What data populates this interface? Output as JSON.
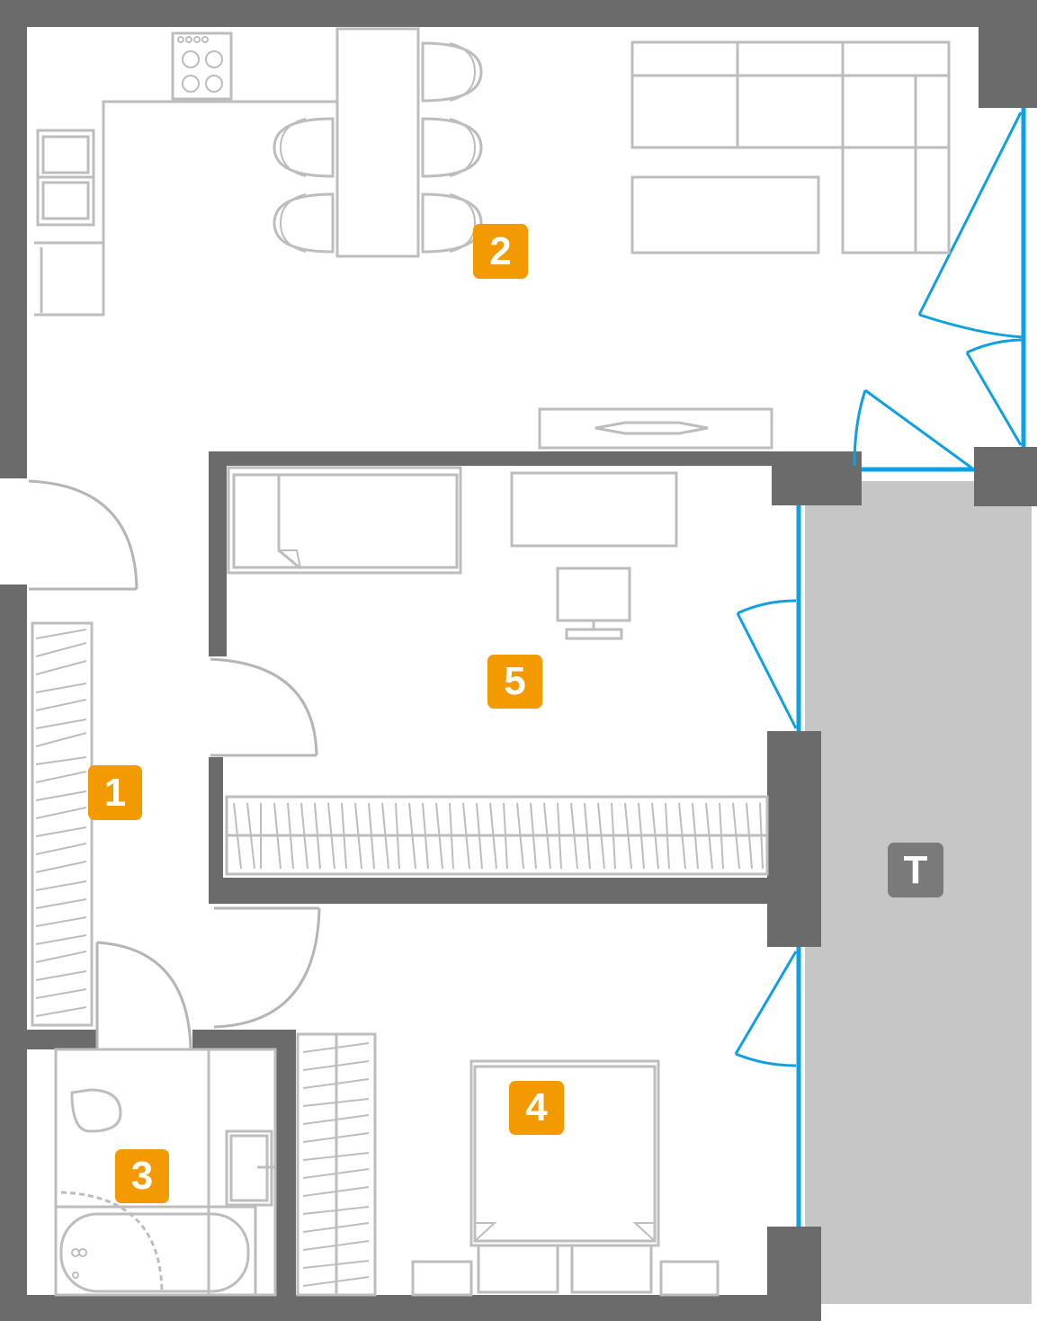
{
  "colors": {
    "wall": "#6b6b6b",
    "furniture": "#bdbdbd",
    "glazing": "#0ea0e0",
    "room_badge": "#f29a00",
    "terrace_badge": "#7a7a7a",
    "terrace_fill": "#c6c6c6"
  },
  "rooms": [
    {
      "id": "hall",
      "label": "1"
    },
    {
      "id": "living-kitchen",
      "label": "2"
    },
    {
      "id": "bathroom",
      "label": "3"
    },
    {
      "id": "bedroom",
      "label": "4"
    },
    {
      "id": "study-bedroom",
      "label": "5"
    }
  ],
  "terrace": {
    "label": "T"
  }
}
